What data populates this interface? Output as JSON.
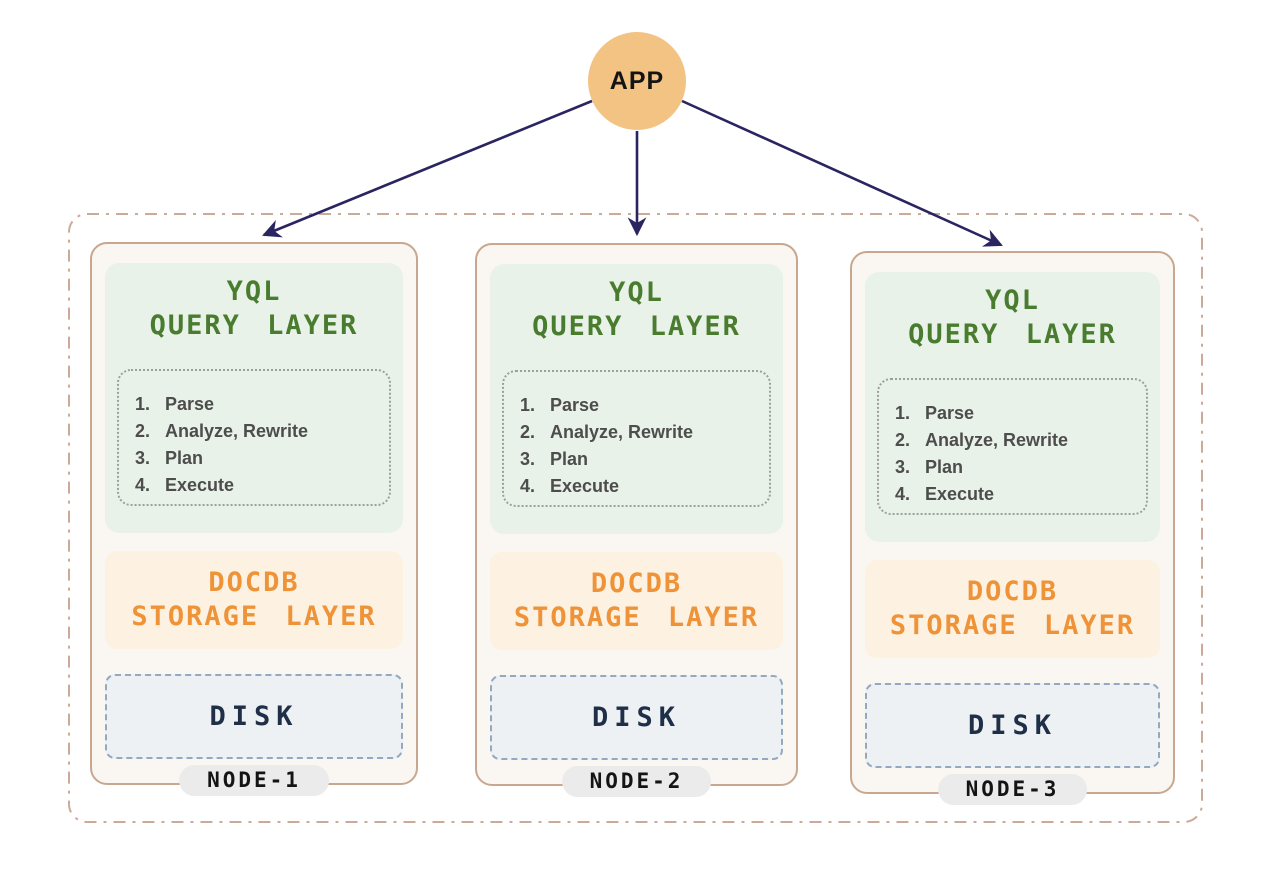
{
  "app": {
    "label": "APP"
  },
  "cluster": {
    "nodes": [
      {
        "query_layer": {
          "title_line1": "YQL",
          "title_line2": "QUERY LAYER",
          "steps": [
            {
              "num": "1.",
              "text": "Parse"
            },
            {
              "num": "2.",
              "text": "Analyze, Rewrite"
            },
            {
              "num": "3.",
              "text": "Plan"
            },
            {
              "num": "4.",
              "text": "Execute"
            }
          ]
        },
        "storage_layer": {
          "title_line1": "DOCDB",
          "title_line2": "STORAGE LAYER"
        },
        "disk": {
          "label": "DISK"
        },
        "node_label": "NODE-1"
      },
      {
        "query_layer": {
          "title_line1": "YQL",
          "title_line2": "QUERY LAYER",
          "steps": [
            {
              "num": "1.",
              "text": "Parse"
            },
            {
              "num": "2.",
              "text": "Analyze, Rewrite"
            },
            {
              "num": "3.",
              "text": "Plan"
            },
            {
              "num": "4.",
              "text": "Execute"
            }
          ]
        },
        "storage_layer": {
          "title_line1": "DOCDB",
          "title_line2": "STORAGE LAYER"
        },
        "disk": {
          "label": "DISK"
        },
        "node_label": "NODE-2"
      },
      {
        "query_layer": {
          "title_line1": "YQL",
          "title_line2": "QUERY LAYER",
          "steps": [
            {
              "num": "1.",
              "text": "Parse"
            },
            {
              "num": "2.",
              "text": "Analyze, Rewrite"
            },
            {
              "num": "3.",
              "text": "Plan"
            },
            {
              "num": "4.",
              "text": "Execute"
            }
          ]
        },
        "storage_layer": {
          "title_line1": "DOCDB",
          "title_line2": "STORAGE LAYER"
        },
        "disk": {
          "label": "DISK"
        },
        "node_label": "NODE-3"
      }
    ]
  },
  "colors": {
    "app_circle": "#f2c383",
    "arrow": "#2a2560",
    "cluster_border": "#cbab97",
    "card_bg": "#faf7f2",
    "card_border": "#c8a78e",
    "query_bg": "#e9f2e8",
    "query_text": "#4a7c2f",
    "steps_border": "#9aa09c",
    "steps_text": "#4d4d4d",
    "storage_bg": "#fdf1e2",
    "storage_text": "#ee9338",
    "disk_bg": "#edf1f4",
    "disk_border": "#92a9bf",
    "disk_text": "#1e2f47",
    "badge_bg": "#ebebeb"
  }
}
